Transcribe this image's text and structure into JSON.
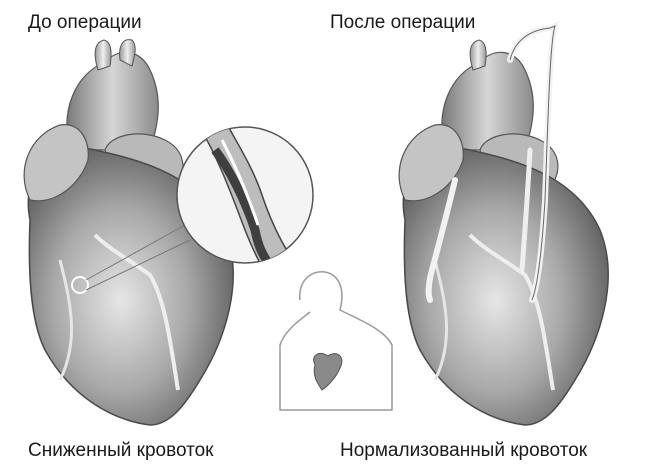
{
  "labels": {
    "before": "До операции",
    "after": "После операции",
    "reduced_flow": "Сниженный кровоток",
    "normalized_flow": "Нормализованный кровоток"
  },
  "colors": {
    "heart_light": "#d9d9d9",
    "heart_mid": "#9e9e9e",
    "heart_dark": "#5e5e5e",
    "vessel": "#c8c8c8",
    "outline": "#4a4a4a"
  },
  "figures": [
    {
      "name": "heart-before",
      "depicts": "heart-with-narrowed-artery"
    },
    {
      "name": "artery-magnifier",
      "depicts": "magnified-plaque-in-artery"
    },
    {
      "name": "patient-silhouette",
      "depicts": "torso-with-heart-location"
    },
    {
      "name": "heart-after",
      "depicts": "heart-with-bypass-grafts"
    }
  ]
}
